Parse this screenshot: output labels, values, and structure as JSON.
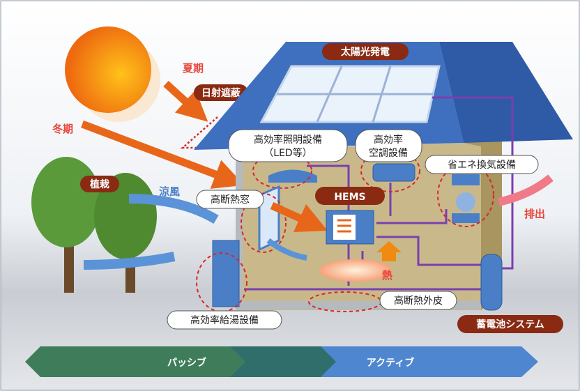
{
  "labels": {
    "solar": "太陽光発電",
    "summer": "夏期",
    "shading": "日射遮蔽",
    "winter": "冬期",
    "lighting_1": "高効率照明設備",
    "lighting_2": "（LED等）",
    "aircon_1": "高効率",
    "aircon_2": "空調設備",
    "ventilation": "省エネ換気設備",
    "planting": "植栽",
    "cool_breeze": "涼風",
    "window": "高断熱窓",
    "hems": "HEMS",
    "exhaust": "排出",
    "heat": "熱",
    "envelope": "高断熱外皮",
    "water_heater": "高効率給湯設備",
    "battery": "蓄電池システム"
  },
  "bands": {
    "passive": "パッシブ",
    "active": "アクティブ"
  },
  "colors": {
    "label_pill": "#8a2a12",
    "passive": "#3f7d5a",
    "active": "#4f86d0",
    "roof": "#3f6fbf",
    "arrow": "#e8661a"
  }
}
